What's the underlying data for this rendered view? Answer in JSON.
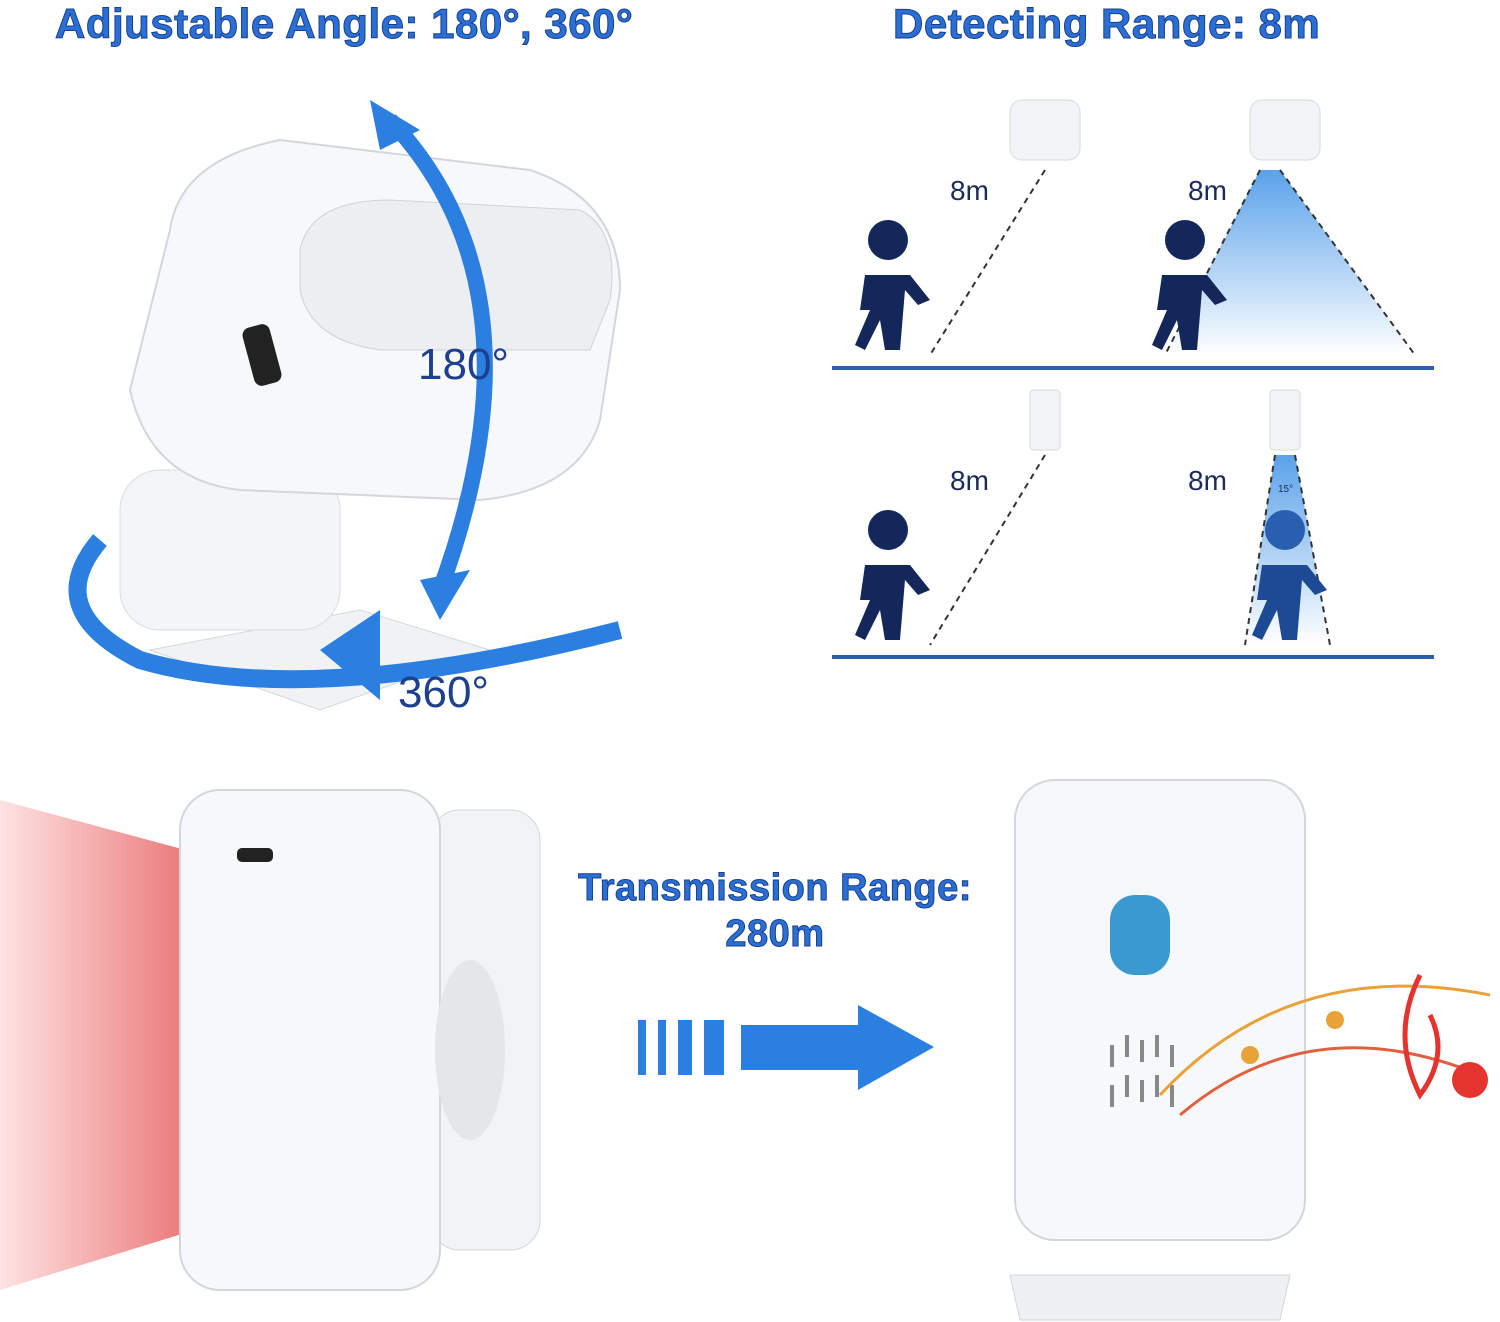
{
  "headings": {
    "angle": "Adjustable Angle: 180°, 360°",
    "detecting": "Detecting Range: 8m",
    "transmission_line1": "Transmission Range:",
    "transmission_line2": "280m"
  },
  "angle_labels": {
    "vertical": "180°",
    "horizontal": "360°"
  },
  "range_diagrams": [
    {
      "label": "8m"
    },
    {
      "label": "8m"
    },
    {
      "label": "8m"
    },
    {
      "label": "8m",
      "angle": "15°"
    }
  ],
  "colors": {
    "accent": "#2a7fe0",
    "title": "#2a6fd6",
    "person": "#13275a",
    "floor": "#2e5fae",
    "infrared": "#e05050"
  }
}
